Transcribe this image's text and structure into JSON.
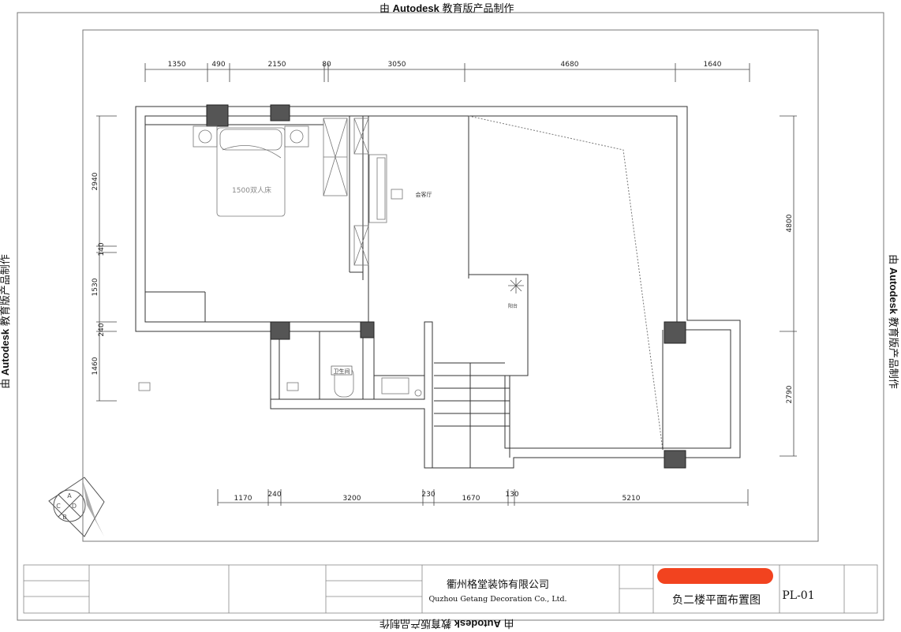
{
  "watermark": {
    "prefix": "由",
    "brand": "Autodesk",
    "suffix": "教育版产品制作"
  },
  "dimensions": {
    "top": [
      "1350",
      "490",
      "2150",
      "80",
      "3050",
      "4680",
      "1640"
    ],
    "bottom": [
      "1170",
      "240",
      "3200",
      "230",
      "1670",
      "130",
      "5210"
    ],
    "left": [
      "2940",
      "140",
      "1530",
      "240",
      "1460"
    ],
    "right": [
      "4800",
      "2790"
    ]
  },
  "rooms": {
    "bed": "1500双人床",
    "living": "会客厅",
    "balcony": "阳台",
    "bathroom": "卫生间"
  },
  "compass_letters": [
    "A",
    "B",
    "C",
    "D"
  ],
  "title_block": {
    "company_cn": "衢州格堂装饰有限公司",
    "company_en": "Quzhou Getang Decoration Co., Ltd.",
    "drawing_title": "负二楼平面布置图",
    "drawing_number": "PL-01"
  },
  "colors": {
    "line": "#333333",
    "column": "#555555",
    "highlight": "#f2431f"
  }
}
